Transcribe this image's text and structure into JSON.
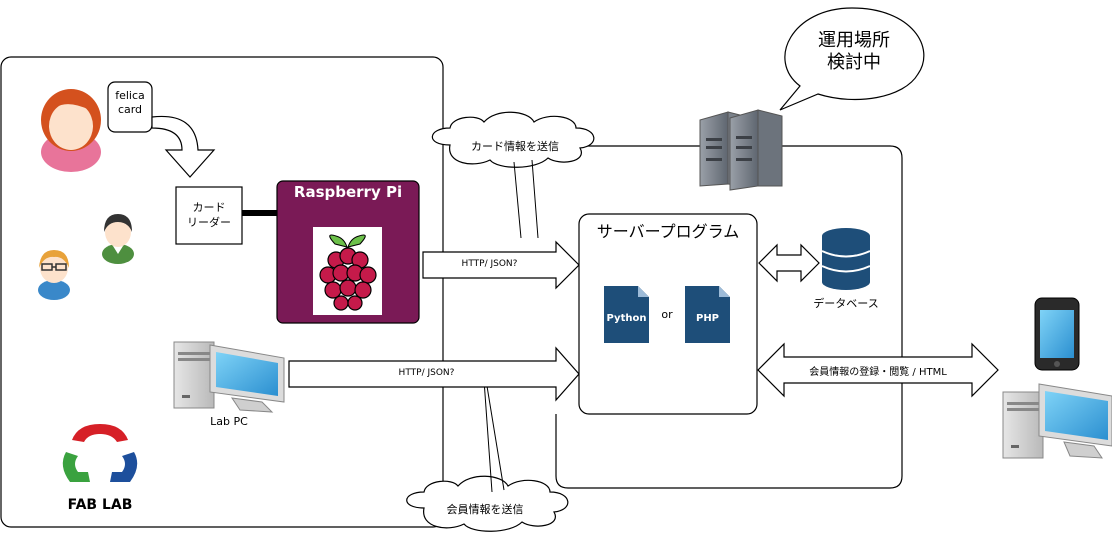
{
  "felica_note": "felica\ncard",
  "card_reader": "カード\nリーダー",
  "raspberry_pi": "Raspberry Pi",
  "lab_pc": "Lab PC",
  "fablab_text": "FAB LAB",
  "cloud_top": "カード情報を送信",
  "cloud_bottom": "会員情報を送信",
  "speech": "運用場所\n検討中",
  "arrow_rpi": "HTTP/ JSON?",
  "arrow_labpc": "HTTP/ JSON?",
  "server_program": "サーバープログラム",
  "python": "Python",
  "or": "or",
  "php": "PHP",
  "database": "データベース",
  "arrow_client": "会員情報の登録・閲覧 / HTML",
  "colors": {
    "raspberry_bg": "#7a1a56",
    "file_icon": "#1e4e79",
    "database": "#1e4e79",
    "monitor_screen": "#3aa8e0",
    "fablab_red": "#d62027",
    "fablab_green": "#3aa23f",
    "fablab_blue": "#1d4f9c"
  }
}
